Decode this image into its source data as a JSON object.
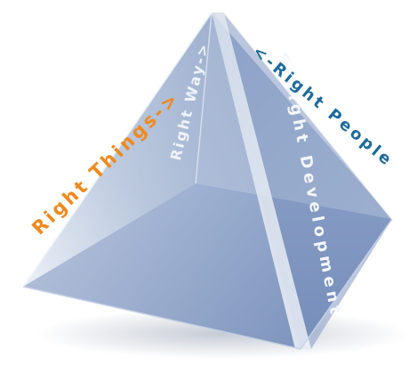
{
  "diagram": {
    "labels": {
      "right_things": "Right Things->",
      "right_way": "Right Way->",
      "right_development": "<-Right Development",
      "right_people": "<-Right People"
    },
    "colors": {
      "right_things": "#ee8a1b",
      "right_way": "#eef3fa",
      "right_development": "#f3f6fb",
      "right_people": "#1d6a9a",
      "pyramid_dark": "#5e78ad",
      "pyramid_light": "#dde4ef"
    }
  }
}
